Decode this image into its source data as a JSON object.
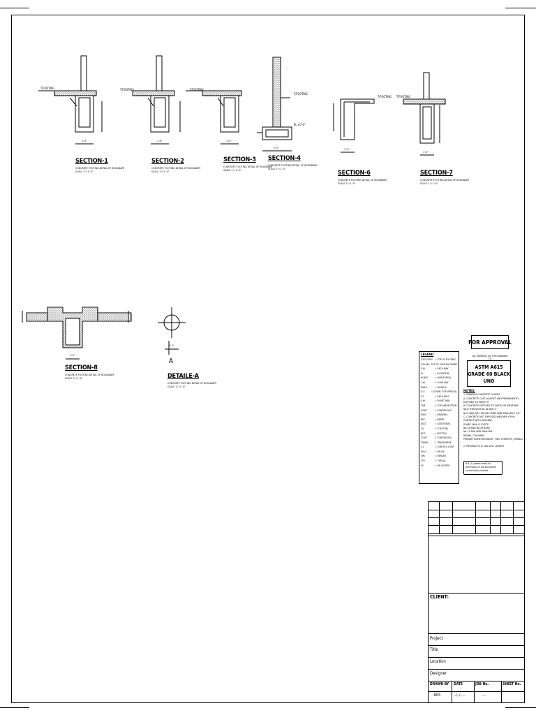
{
  "sections": [
    {
      "id": "s1",
      "title": "SECTION-1",
      "sub1": "CONCRETE FOOTING DETAIL OF BOUNDARY",
      "sub2": "SCALE 1\"=1'-0\"",
      "dim": "1'-0\""
    },
    {
      "id": "s2",
      "title": "SECTION-2",
      "sub1": "CONCRETE FOOTING DETAIL OF BOUNDARY",
      "sub2": "SCALE 1\"=1'-0\"",
      "dim": "1'-0\""
    },
    {
      "id": "s3",
      "title": "SECTION-3",
      "sub1": "CONCRETE FOOTING DETAIL OF BOUNDARY",
      "sub2": "SCALE 1\"=1'-0\"",
      "dim": "1'-0\""
    },
    {
      "id": "s4",
      "title": "SECTION-4",
      "sub1": "CONCRETE FOOTING DETAIL OF BOUNDARY",
      "sub2": "SCALE 1\"=1'-0\"",
      "dim": "2'-0\""
    },
    {
      "id": "s6",
      "title": "SECTION-6",
      "sub1": "CONCRETE FOOTING DETAIL OF BOUNDARY",
      "sub2": "SCALE 1\"=1'-0\"",
      "dim": "1'-0\""
    },
    {
      "id": "s7",
      "title": "SECTION-7",
      "sub1": "CONCRETE FOOTING DETAIL OF BOUNDARY",
      "sub2": "SCALE 1\"=1'-0\"",
      "dim": "1'-0\""
    },
    {
      "id": "s8",
      "title": "SECTION-8",
      "sub1": "CONCRETE FOOTING DETAIL OF BOUNDARY",
      "sub2": "SCALE 1\"=1'-0\"",
      "dim": "1'-0\""
    },
    {
      "id": "da",
      "title": "DETAILE-A",
      "sub1": "CONCRETE FOOTING DETAIL OF BOUNDARY",
      "sub2": "SCALE 1\"=1'-0\"",
      "dim": "1'-0\""
    }
  ],
  "level_tags": {
    "top": "T/FOOTING",
    "bottom": "EL.±0'-0\""
  },
  "detail_a_letter": "A",
  "legend": {
    "title": "LEGEND",
    "rows": [
      [
        "T/FOOTING",
        "= TOP OF FOOTING"
      ],
      [
        "T/SLAB",
        "= TOP OF SLAB ON GRADE"
      ],
      [
        "E.W.",
        "= EACH WAY"
      ],
      [
        "EL.",
        "= ELEVATION"
      ],
      [
        "HORIZ.",
        "= HORIZONTAL"
      ],
      [
        "L.W.",
        "= LONG WAY"
      ],
      [
        "DWLS.",
        "= DOWELS"
      ],
      [
        "D.V.",
        "= DOWEL TOP VERTICAL"
      ],
      [
        "E.F.",
        "= EACH FACE"
      ],
      [
        "S.W.",
        "= SHORT WAY"
      ],
      [
        "T&B",
        "= TOP AND BOTTOM"
      ],
      [
        "CONT.",
        "= CONTINUOUS"
      ],
      [
        "DWG.",
        "= DRAWING"
      ],
      [
        "REF.",
        "= REFER"
      ],
      [
        "ADD.",
        "= ADDITIONAL"
      ],
      [
        "(T)",
        "= TOP (TOP)"
      ],
      [
        "BOT.",
        "= BOTTOM"
      ],
      [
        "CONT.",
        "= CONTINUOUS"
      ],
      [
        "TRANS.",
        "= TRANSVERSE"
      ],
      [
        "C.J.",
        "= CONTROL JOINT"
      ],
      [
        "SPLG.",
        "= SPLICE"
      ],
      [
        "SIM.",
        "= SIMILAR"
      ],
      [
        "TYP.",
        "= TYPICAL"
      ],
      [
        "OC",
        "= ON CENTER"
      ]
    ]
  },
  "approval": "FOR APPROVAL",
  "material_note": "ALL MATERIAL ON THIS DRAWING TO",
  "astm_line1": "ASTM A615",
  "astm_line2": "GRADE 60 BLACK UNO",
  "notes": {
    "title": "NOTES:",
    "lines": [
      "1. MINIMUM CONCRETE COVERS:",
      "A. CONCRETE CAST AGAINST AND PERMANENTLY EXPOSED TO EARTH 3\"",
      "B. CONCRETE EXPOSED TO EARTH OR WEATHER:",
      "No.6 THROUGH No.18 BAR 2\"",
      "No.5 BAR W31 OR W45 WIRE AND SMALLER 1 1/2\"",
      "C. CONCRETE NOT EXPOSED WEATHER OR IN CONTACT WITH GROUND:",
      "SLABS, WALLS, JOISTS",
      "No.14 AND No.18 BARS",
      "No.11 BAR AND SMALLER",
      "BEAMS, COLUMNS:",
      "PRIMARY REINFORCEMENT, TIES, STIRRUPS, SPIRALS",
      "",
      "2. PROVIDE 90 or 180 DEG. LENGTH"
    ],
    "box_text": "N.B.(1) please verify all dimensions in job site before construction proceed."
  },
  "title_block": {
    "client_label": "CLIENT:",
    "project_label": "Project",
    "title_label": "Title",
    "location_label": "Location",
    "designer_label": "Designer",
    "drawn_by_label": "DRAWN BY",
    "date_label": "DATE",
    "job_label": "JOB No.",
    "sheet_label": "SHEET No.",
    "drawn_by_value": "BRS",
    "date_value": "--/--/----",
    "job_value": "----"
  }
}
